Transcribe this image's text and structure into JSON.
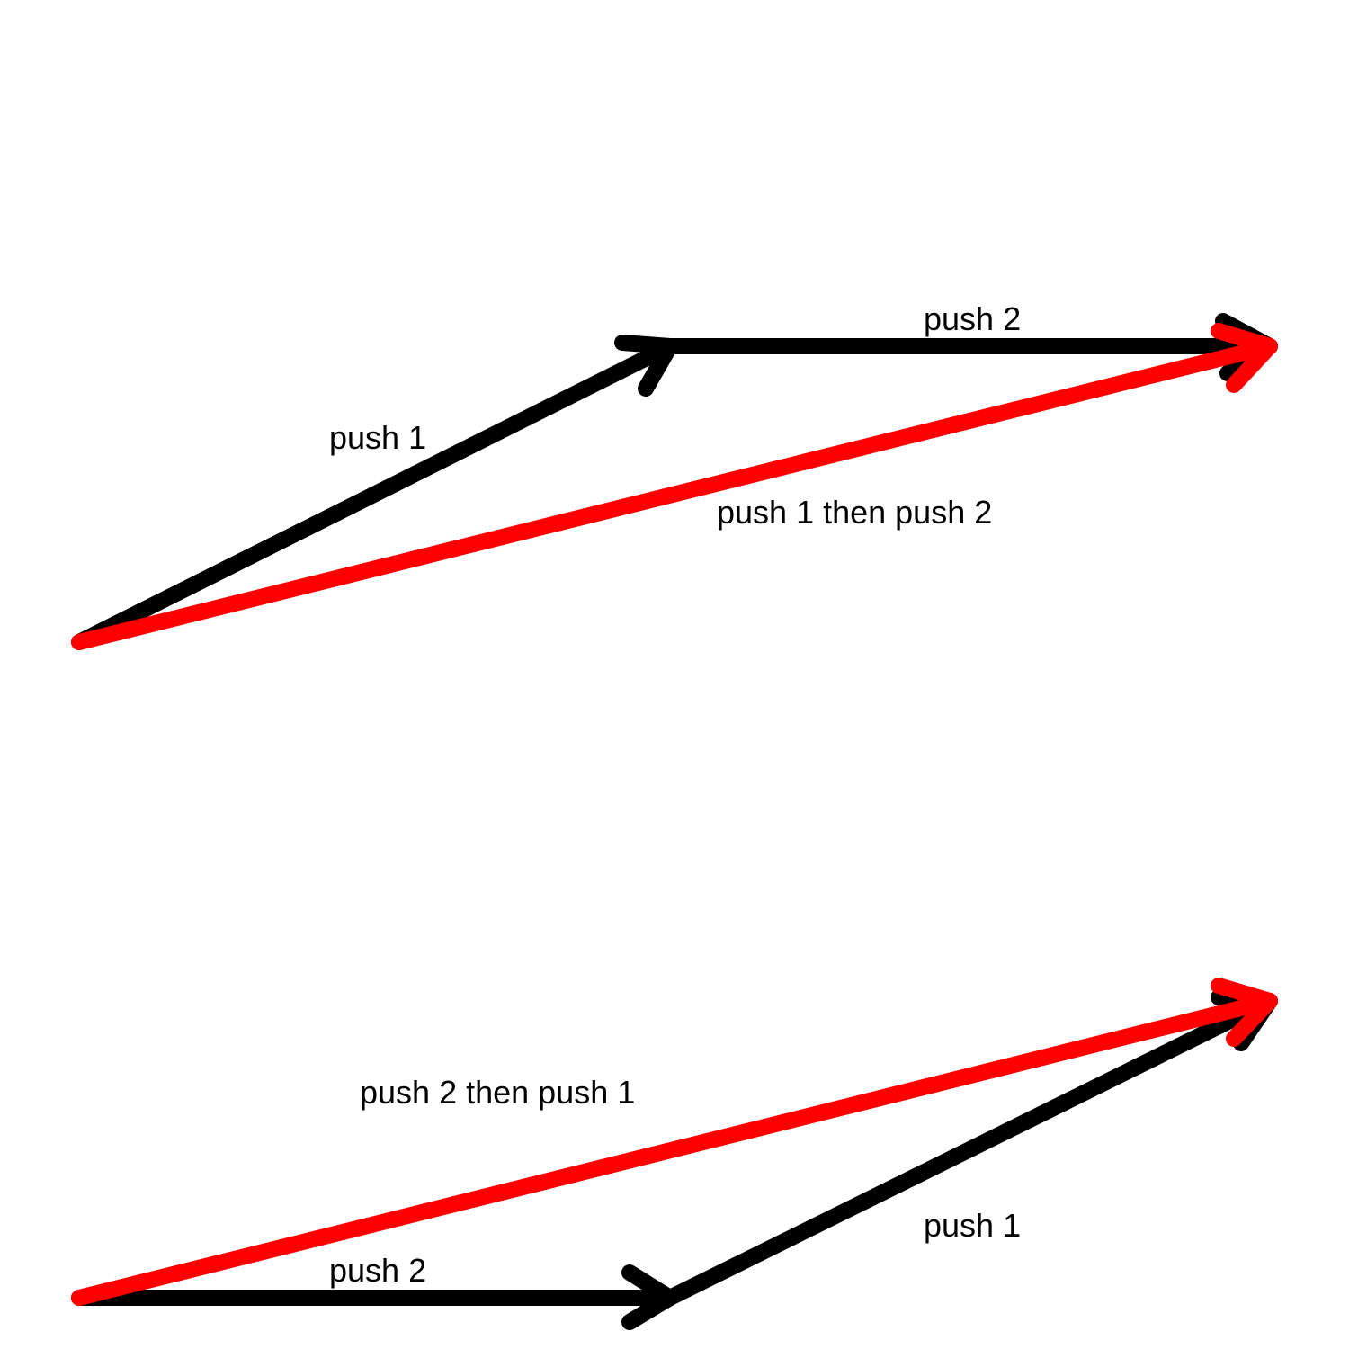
{
  "colors": {
    "component": "#000000",
    "resultant": "#ff0000",
    "background": "#ffffff"
  },
  "top_diagram": {
    "push1_label": "push 1",
    "push2_label": "push 2",
    "resultant_label": "push 1 then push 2"
  },
  "bottom_diagram": {
    "push1_label": "push 1",
    "push2_label": "push 2",
    "resultant_label": "push 2 then push 1"
  }
}
